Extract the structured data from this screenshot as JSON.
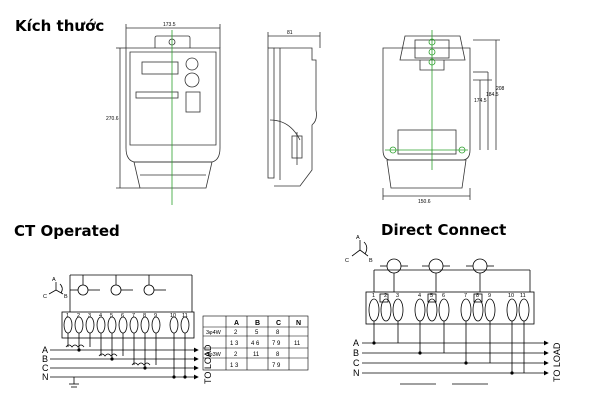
{
  "headings": {
    "dimensions": "Kích thước",
    "ct_operated": "CT Operated",
    "direct_connect": "Direct Connect"
  },
  "front_view": {
    "width_dim": "173.5",
    "height_dim": "270.6"
  },
  "side_view": {
    "depth_dim": "81"
  },
  "rear_view": {
    "dim_a": "208",
    "dim_b": "184.5",
    "dim_c": "174.5",
    "width_dim": "150.6"
  },
  "ct_diagram": {
    "phases": [
      "A",
      "B",
      "C",
      "N"
    ],
    "to_load": "TO LOAD",
    "terminal_nums": [
      "1",
      "2",
      "3",
      "4",
      "5",
      "6",
      "7",
      "8",
      "9",
      "10",
      "11"
    ],
    "vector_labels": [
      "A",
      "C",
      "B"
    ],
    "table": {
      "headers": [
        "A",
        "B",
        "C",
        "N"
      ],
      "rows": [
        {
          "sym": "3φ4W",
          "cells": [
            "2",
            "5",
            "8",
            ""
          ]
        },
        {
          "sym": "",
          "cells": [
            "1 3",
            "4 6",
            "7 9",
            "11"
          ]
        },
        {
          "sym": "3φ3W",
          "cells": [
            "2",
            "11",
            "8",
            ""
          ]
        },
        {
          "sym": "",
          "cells": [
            "1 3",
            "",
            "7 9",
            ""
          ]
        }
      ]
    }
  },
  "direct_diagram": {
    "phases": [
      "A",
      "B",
      "C",
      "N"
    ],
    "to_load": "TO LOAD",
    "vector_labels": [
      "A",
      "C",
      "B"
    ],
    "terminal_nums": [
      "1",
      "2",
      "3",
      "4",
      "5",
      "6",
      "7",
      "8",
      "9",
      "10",
      "11"
    ]
  }
}
